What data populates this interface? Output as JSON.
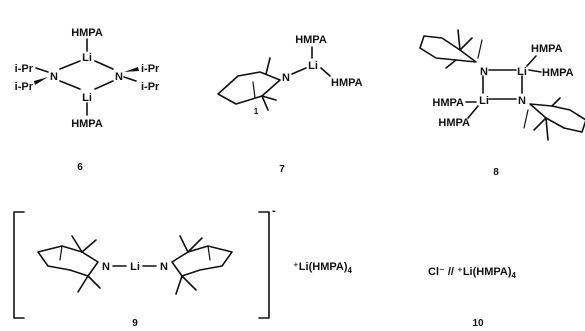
{
  "labels": {
    "hmpa": "HMPA",
    "li": "Li",
    "n": "N",
    "ipr": "i-Pr",
    "li_plus_hmpa": "⁺Li(HMPA)",
    "subscript_4": "4",
    "chloride_pair": "Cl⁻ // ⁺Li(HMPA)",
    "charge_minus": "-",
    "stereo_1": "1"
  },
  "compounds": [
    {
      "number": "6"
    },
    {
      "number": "7"
    },
    {
      "number": "8"
    },
    {
      "number": "9"
    },
    {
      "number": "10"
    }
  ]
}
